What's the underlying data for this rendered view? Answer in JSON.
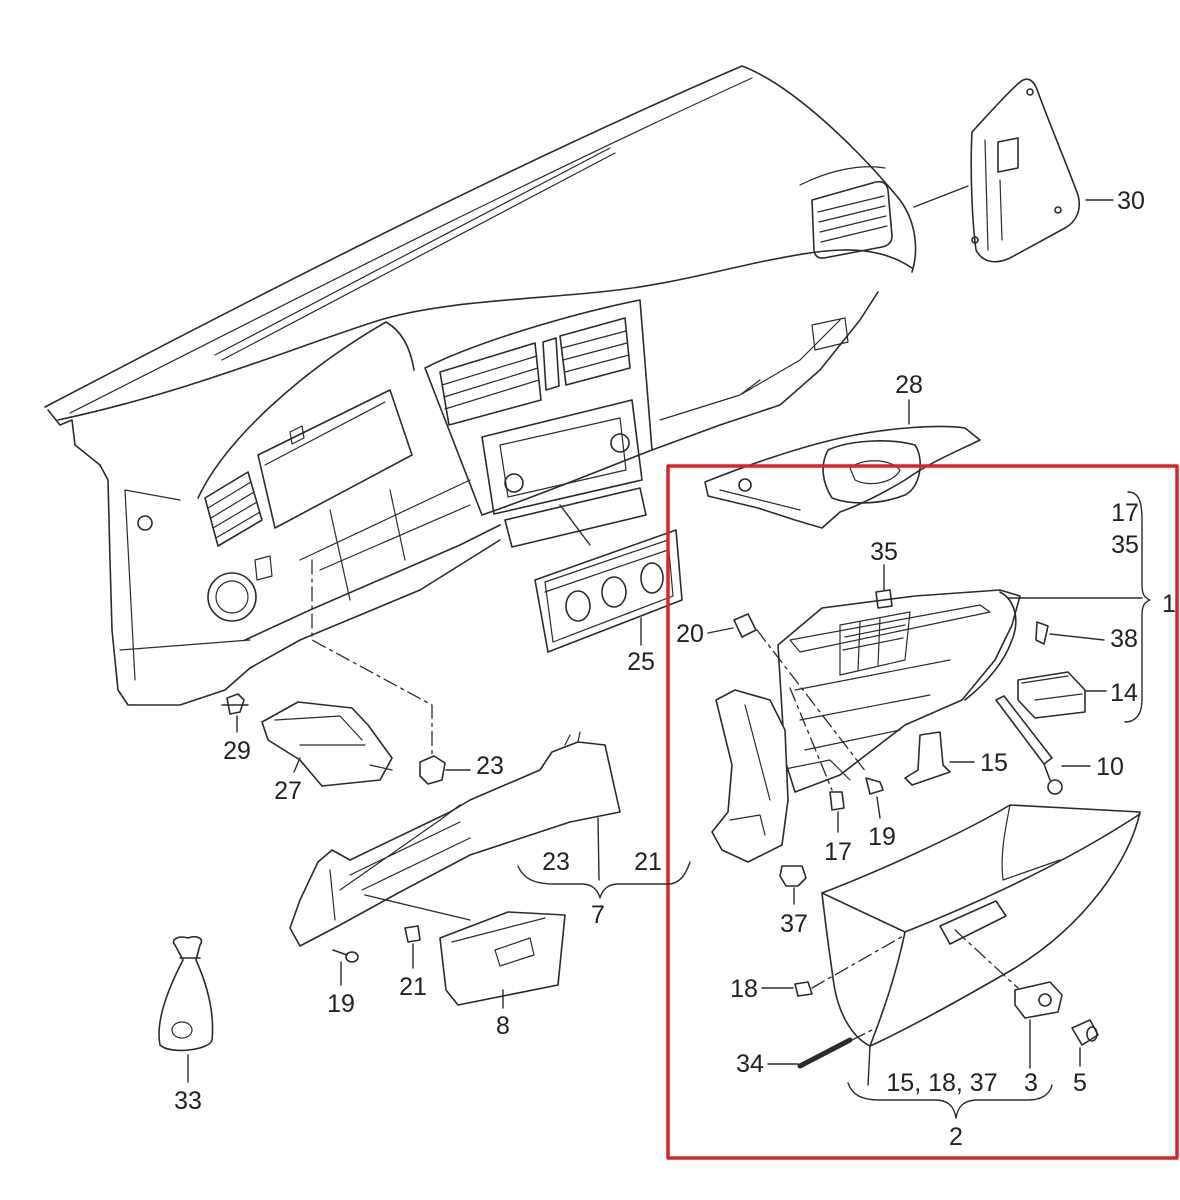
{
  "colors": {
    "line": "#2b2b2b",
    "highlight": "#d7262b",
    "background": "#ffffff"
  },
  "callouts": [
    "30",
    "28",
    "17",
    "35",
    "1",
    "35",
    "20",
    "38",
    "14",
    "15",
    "10",
    "17",
    "19",
    "37",
    "18",
    "34",
    "15, 18, 37",
    "3",
    "5",
    "2",
    "25",
    "29",
    "27",
    "23",
    "23",
    "21",
    "7",
    "19",
    "21",
    "8",
    "33"
  ]
}
